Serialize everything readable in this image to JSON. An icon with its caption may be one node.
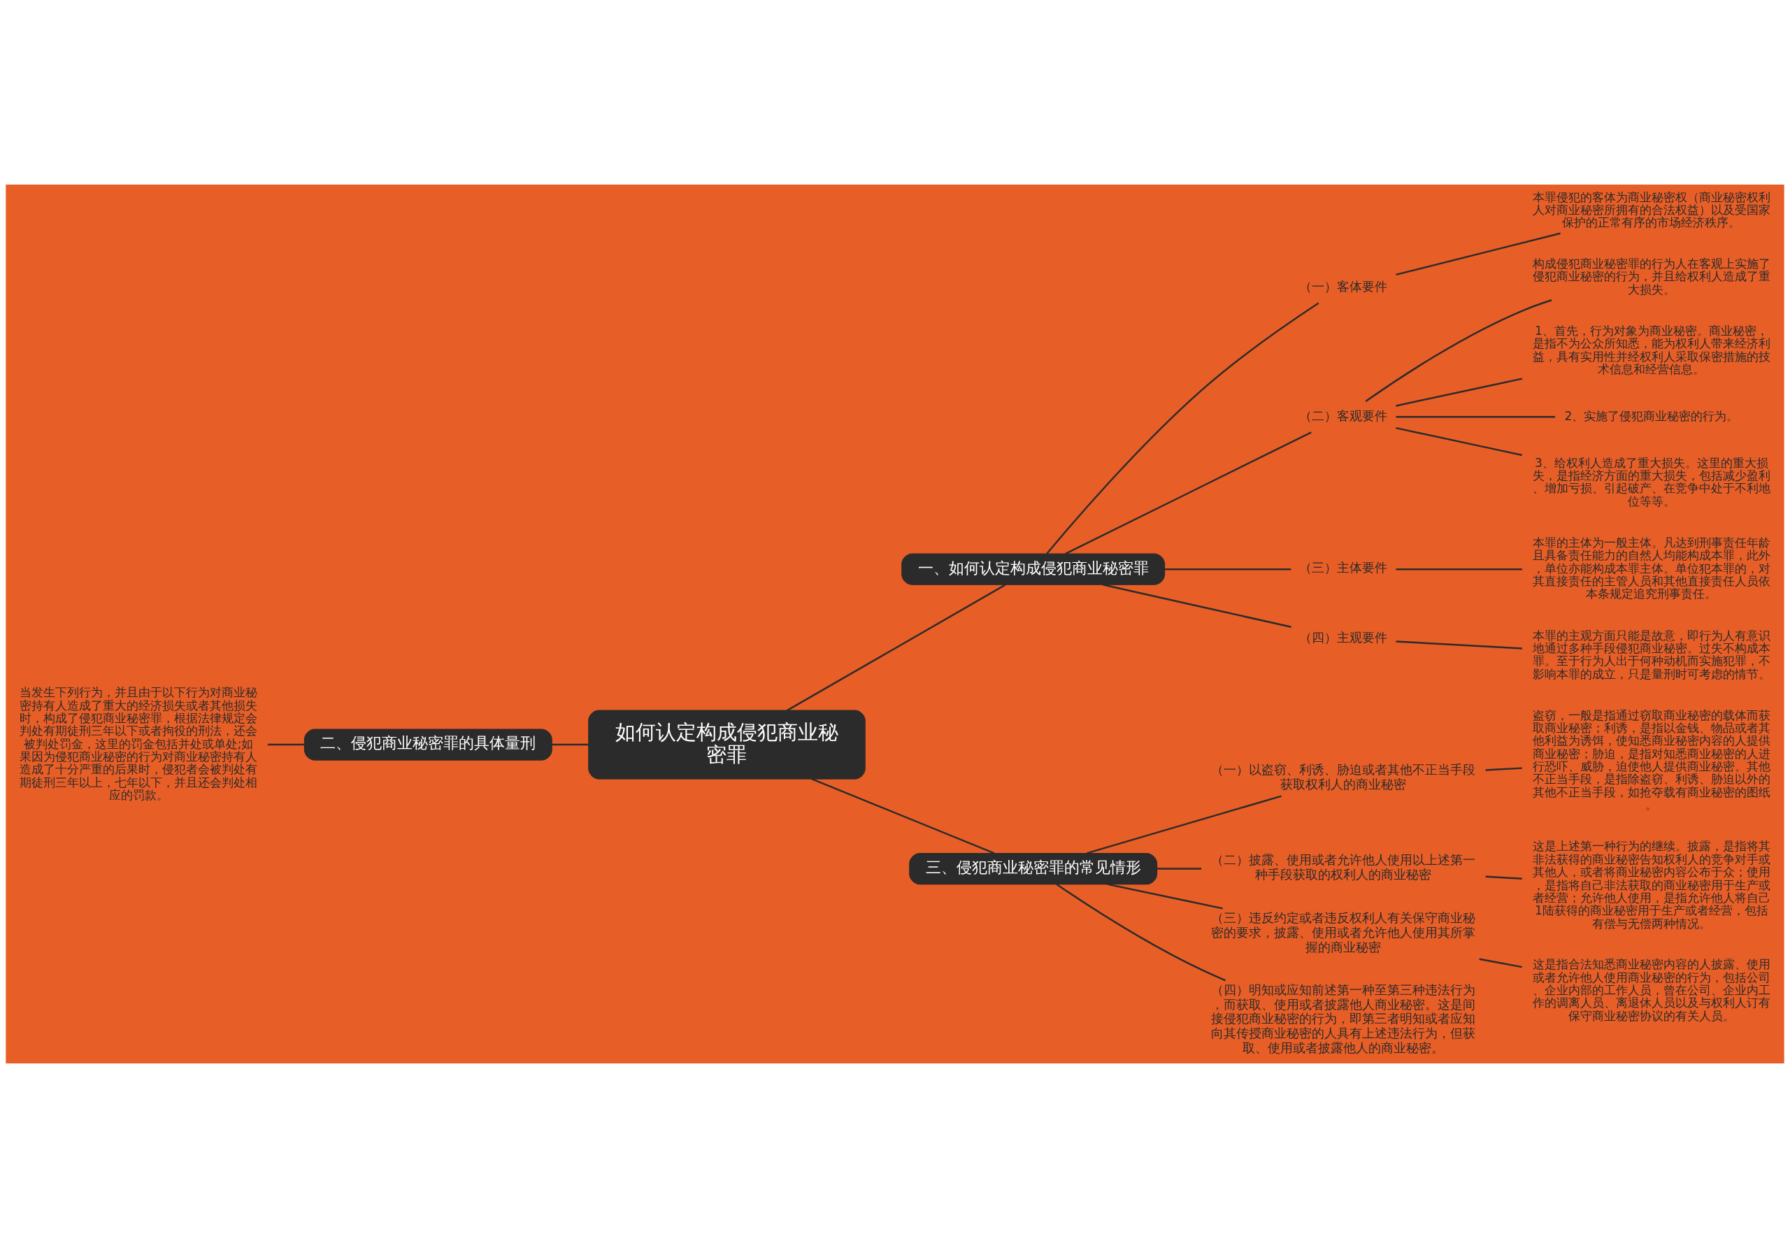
{
  "diagram": {
    "nodes": [
      {
        "text": [
          "如何认定构成侵犯商业秘密罪"
        ]
      },
      {
        "text": [
          "一、如何认定构成侵犯商业秘密罪"
        ]
      },
      {
        "text": [
          "（一）客体要件"
        ]
      },
      {
        "text": [
          "本罪侵犯的客体为商业秘密权（商业秘密权利人对商业秘密所拥有的合法权益）以及受国家保护的正常有序的市场经济秩序。"
        ]
      },
      {
        "text": [
          "（二）客观要件"
        ]
      },
      {
        "text": [
          "构成侵犯商业秘密罪的行为人在客观上实施了侵犯商业秘密的行为，并且给权利人造成了重大损失。"
        ]
      },
      {
        "text": [
          "1、首先，行为对象为商业秘密。商业秘密，是指不为公众所知悉，能为权利人带来经济利益，具有实用性并经权利人采取保密措施的技术信息和经营信息。"
        ]
      },
      {
        "text": [
          "2、实施了侵犯商业秘密的行为。"
        ]
      },
      {
        "text": [
          "3、给权利人造成了重大损失。这里的重大损失，是指经济方面的重大损失，包括减少盈利、增加亏损、引起破产、在竞争中处于不利地位等等。"
        ]
      },
      {
        "text": [
          "（三）主体要件"
        ]
      },
      {
        "text": [
          "本罪的主体为一般主体。凡达到刑事责任年龄且具备责任能力的自然人均能构成本罪，此外，单位亦能构成本罪主体。单位犯本罪的，对其直接责任的主管人员和其他直接责任人员依本条规定追究刑事责任。"
        ]
      },
      {
        "text": [
          "（四）主观要件"
        ]
      },
      {
        "text": [
          "本罪的主观方面只能是故意，即行为人有意识地通过多种手段侵犯商业秘密。过失不构成本罪。至于行为人出于何种动机而实施犯罪，不影响本罪的成立，只是量刑时可考虑的情节。"
        ]
      },
      {
        "text": [
          "二、侵犯商业秘密罪的具体量刑"
        ]
      },
      {
        "text": [
          "当发生下列行为，并且由于以下行为对商业秘密持有人造成了重大的经济损失或者其他损失时，构成了侵犯商业秘密罪，根据法律规定会判处有期徒刑三年以下或者拘役的刑法，还会被判处罚金，这里的罚金包括并处或单处;如果因为侵犯商业秘密的行为对商业秘密持有人造成了十分严重的后果时，侵犯者会被判处有期徒刑三年以上，七年以下，并且还会判处相应的罚款。"
        ]
      },
      {
        "text": [
          "三、侵犯商业秘密罪的常见情形"
        ]
      },
      {
        "text": [
          "（一）以盗窃、利诱、胁迫或者其他不正当手段获取权利人的商业秘密"
        ]
      },
      {
        "text": [
          "盗窃，一般是指通过窃取商业秘密的载体而获取商业秘密；利诱，是指以金钱、物品或者其他利益为诱饵，使知悉商业秘密内容的人提供商业秘密；胁迫，是指对知悉商业秘密的人进行恐吓、威胁，迫使他人提供商业秘密。其他不正当手段，是指除盗窃、利诱、胁迫以外的其他不正当手段，如抢夺载有商业秘密的图纸。"
        ]
      },
      {
        "text": [
          "（二）披露、使用或者允许他人使用以上述第一种手段获取的权利人的商业秘密"
        ]
      },
      {
        "text": [
          "这是上述第一种行为的继续。披露，是指将其非法获得的商业秘密告知权利人的竞争对手或其他人，或者将商业秘密内容公布于众；使用，是指将自己非法获取的商业秘密用于生产或者经营；允许他人使用，是指允许他人将自己1陆获得的商业秘密用于生产或者经营，包括有偿与无偿两种情况。"
        ]
      },
      {
        "text": [
          "（三）违反约定或者违反权利人有关保守商业秘密的要求，披露、使用或者允许他人使用其所掌握的商业秘密"
        ]
      },
      {
        "text": [
          "这是指合法知悉商业秘密内容的人披露、使用或者允许他人使用商业秘密的行为，包括公司、企业内部的工作人员，曾在公司、企业内工作的调离人员、离退休人员以及与权利人订有保守商业秘密协议的有关人员。"
        ]
      },
      {
        "text": [
          "（四）明知或应知前述第一种至第三种违法行为，而获取、使用或者披露他人商业秘密。这是间接侵犯商业秘密的行为，即第三者明知或者应知向其传授商业秘密的人具有上述违法行为，但获取、使用或者披露他人的商业秘密。"
        ]
      }
    ],
    "edges": [
      {
        "from": 0,
        "to": 1,
        "arrow": "none"
      },
      {
        "from": 1,
        "to": 2,
        "arrow": "none"
      },
      {
        "from": 2,
        "to": 3,
        "arrow": "none"
      },
      {
        "from": 1,
        "to": 4,
        "arrow": "none"
      },
      {
        "from": 4,
        "to": 5,
        "arrow": "none"
      },
      {
        "from": 4,
        "to": 6,
        "arrow": "none"
      },
      {
        "from": 4,
        "to": 7,
        "arrow": "none"
      },
      {
        "from": 4,
        "to": 8,
        "arrow": "none"
      },
      {
        "from": 1,
        "to": 9,
        "arrow": "none"
      },
      {
        "from": 9,
        "to": 10,
        "arrow": "none"
      },
      {
        "from": 1,
        "to": 11,
        "arrow": "none"
      },
      {
        "from": 11,
        "to": 12,
        "arrow": "none"
      },
      {
        "from": 0,
        "to": 13,
        "arrow": "none"
      },
      {
        "from": 13,
        "to": 14,
        "arrow": "none"
      },
      {
        "from": 0,
        "to": 15,
        "arrow": "none"
      },
      {
        "from": 15,
        "to": 16,
        "arrow": "none"
      },
      {
        "from": 16,
        "to": 17,
        "arrow": "none"
      },
      {
        "from": 15,
        "to": 18,
        "arrow": "none"
      },
      {
        "from": 18,
        "to": 19,
        "arrow": "none"
      },
      {
        "from": 15,
        "to": 20,
        "arrow": "none"
      },
      {
        "from": 20,
        "to": 21,
        "arrow": "none"
      },
      {
        "from": 15,
        "to": 22,
        "arrow": "none"
      }
    ]
  }
}
